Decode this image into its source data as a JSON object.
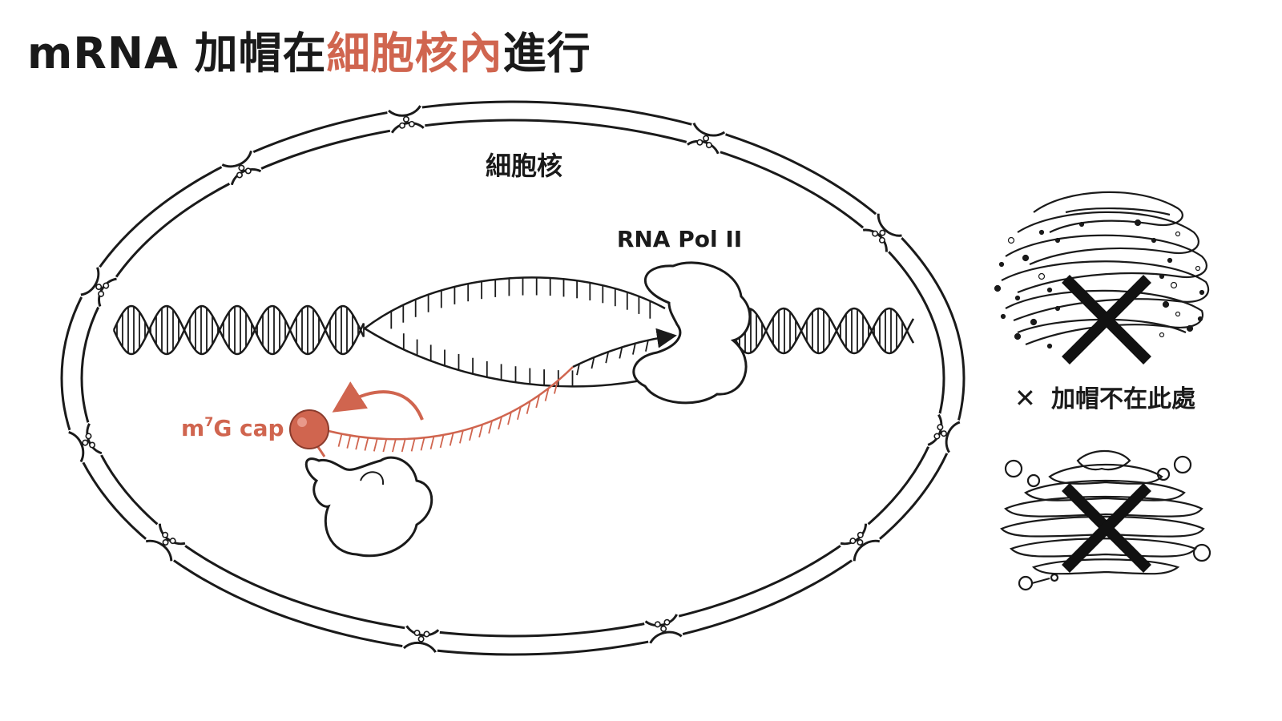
{
  "title": {
    "prefix": "mRNA 加帽在",
    "highlight": "細胞核內",
    "suffix": "進行"
  },
  "labels": {
    "nucleus": "細胞核",
    "polymerase": "RNA Pol II",
    "cap_m": "m",
    "cap_sup": "7",
    "cap_rest": "G cap",
    "not_here_mark": "✕",
    "not_here_text": "加帽不在此處"
  },
  "colors": {
    "accent": "#d0654f",
    "ink": "#1a1a1a"
  }
}
